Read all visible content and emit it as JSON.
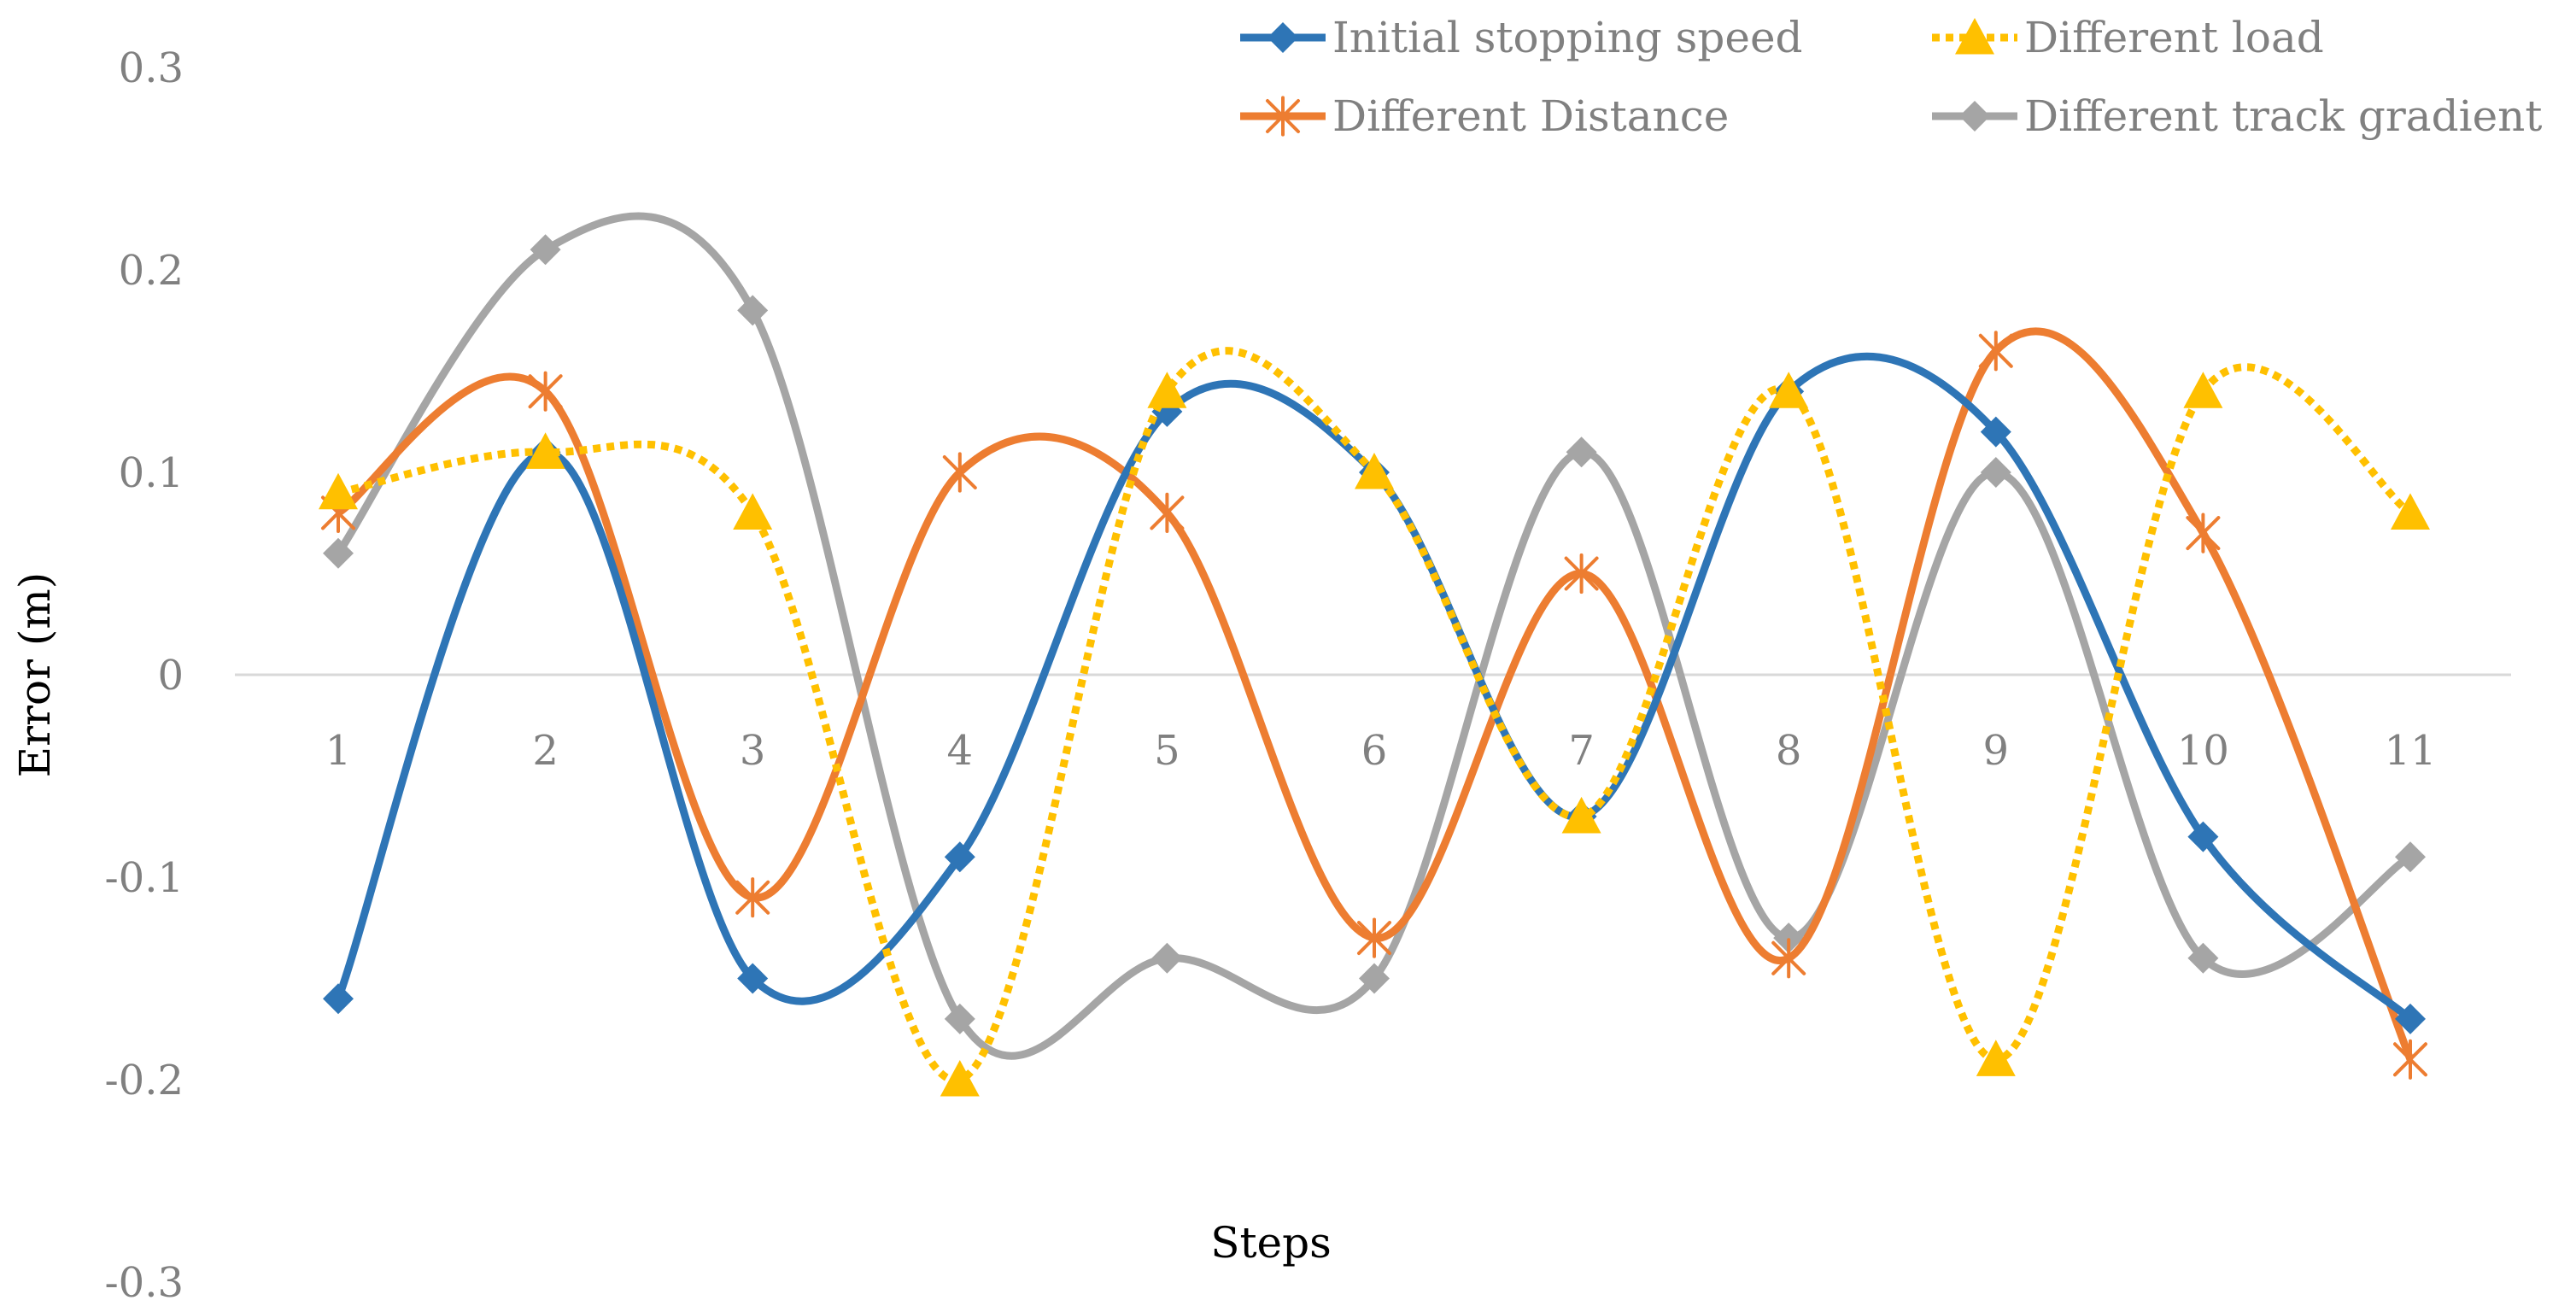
{
  "chart_data": {
    "type": "line",
    "title": "",
    "xlabel": "Steps",
    "ylabel": "Error (m)",
    "categories": [
      "1",
      "2",
      "3",
      "4",
      "5",
      "6",
      "7",
      "8",
      "9",
      "10",
      "11"
    ],
    "ylim": [
      -0.3,
      0.3
    ],
    "yticks": [
      "0.3",
      "0.2",
      "0.1",
      "0",
      "-0.1",
      "-0.2",
      "-0.3"
    ],
    "ytick_values": [
      0.3,
      0.2,
      0.1,
      0,
      -0.1,
      -0.2,
      -0.3
    ],
    "grid": false,
    "zero_line": true,
    "smooth": true,
    "legend_position": "top-right",
    "series": [
      {
        "name": "Initial stopping speed",
        "color": "#2E75B6",
        "marker": "diamond",
        "dash": "solid",
        "values": [
          -0.16,
          0.11,
          -0.15,
          -0.09,
          0.13,
          0.1,
          -0.07,
          0.14,
          0.12,
          -0.08,
          -0.17
        ]
      },
      {
        "name": "Different load",
        "color": "#FFC000",
        "marker": "triangle",
        "dash": "dotted",
        "values": [
          0.09,
          0.11,
          0.08,
          -0.2,
          0.14,
          0.1,
          -0.07,
          0.14,
          -0.19,
          0.14,
          0.08
        ]
      },
      {
        "name": "Different Distance",
        "color": "#ED7D31",
        "marker": "asterisk",
        "dash": "solid",
        "values": [
          0.08,
          0.14,
          -0.11,
          0.1,
          0.08,
          -0.13,
          0.05,
          -0.14,
          0.16,
          0.07,
          -0.19
        ]
      },
      {
        "name": "Different track gradient",
        "color": "#A5A5A5",
        "marker": "diamond",
        "dash": "solid",
        "values": [
          0.06,
          0.21,
          0.18,
          -0.17,
          -0.14,
          -0.15,
          0.11,
          -0.13,
          0.1,
          -0.14,
          -0.09
        ]
      }
    ],
    "draw_order": [
      3,
      2,
      0,
      1
    ]
  }
}
